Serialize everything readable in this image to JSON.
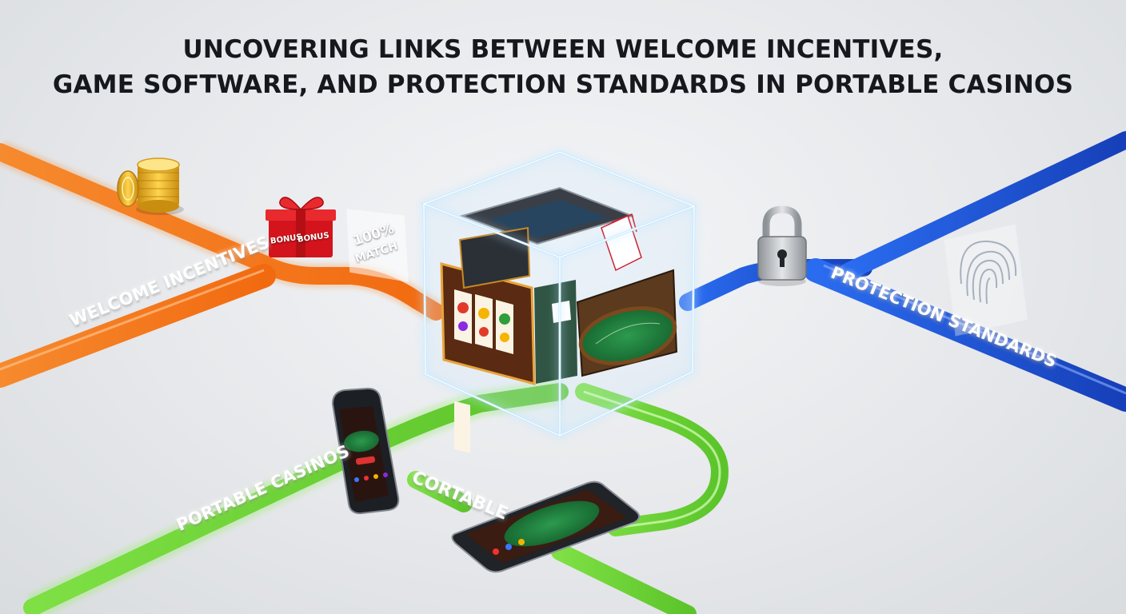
{
  "title": {
    "line1": "UNCOVERING LINKS BETWEEN WELCOME INCENTIVES,",
    "line2": "GAME SOFTWARE, AND PROTECTION STANDARDS IN PORTABLE CASINOS"
  },
  "routes": {
    "welcome": "WELCOME INCENTIVES",
    "protection": "PROTECTION STANDARDS",
    "portable": "PORTABLE CASINOS",
    "cortable": "CORTABLE"
  },
  "badges": {
    "bonus_left": "BONUS",
    "bonus_right": "BONUS",
    "match_percent": "100%",
    "match_word": "MATCH"
  },
  "icons": [
    "coin-stack-icon",
    "gift-box-icon",
    "padlock-icon",
    "fingerprint-icon",
    "smartphone-icon",
    "tablet-icon",
    "slot-machine-icon",
    "playing-cards-icon",
    "card-table-icon"
  ],
  "colors": {
    "welcome": "#f47a1f",
    "protection": "#1f56d6",
    "portable": "#6ed23a",
    "cube_glow": "#9fd6ff",
    "title": "#15181c"
  }
}
